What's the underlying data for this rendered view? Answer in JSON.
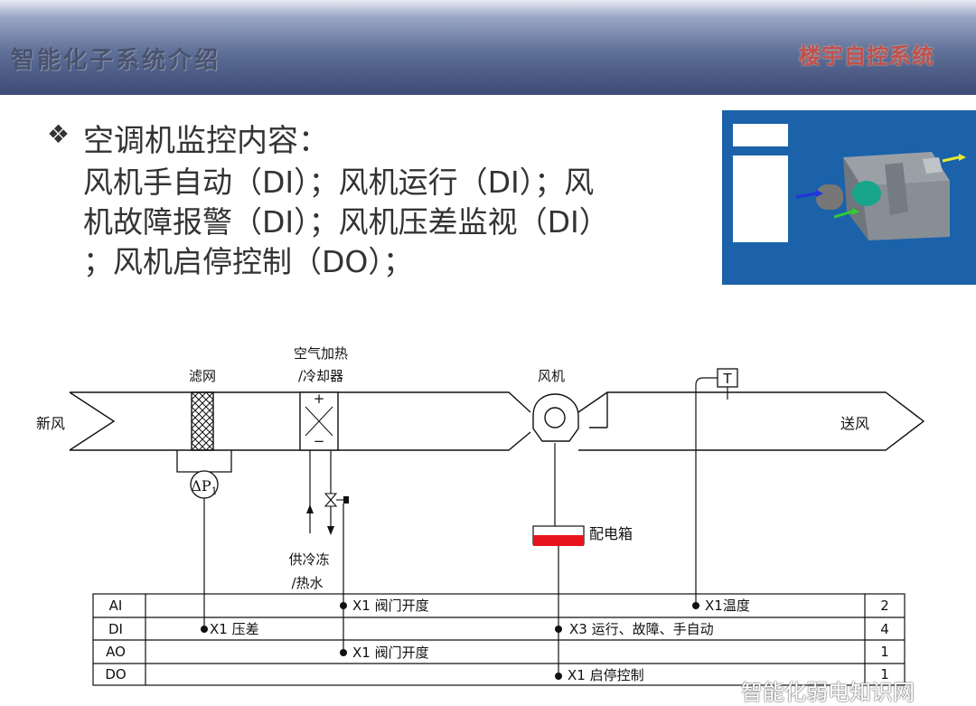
{
  "header": {
    "title": "智能化子系统介绍",
    "right_title": "楼宇自控系统"
  },
  "content": {
    "bullet_title": "空调机监控内容：",
    "bullet_line1": "风机手自动（DI）；风机运行（DI）；风",
    "bullet_line2": "机故障报警（DI）；风机压差监视（DI）",
    "bullet_line3": "；风机启停控制（DO）；"
  },
  "diagram": {
    "fresh_air": "新风",
    "supply_air": "送风",
    "filter": "滤网",
    "coil_line1": "空气加热",
    "coil_line2": "/冷却器",
    "fan": "风机",
    "temp_sensor": "T",
    "dp_sensor": "ΔP",
    "dp_sub": "1",
    "coil_plus": "+",
    "coil_minus": "−",
    "water_line1": "供冷冻",
    "water_line2": "/热水",
    "power_box": "配电箱",
    "table": {
      "rows": [
        {
          "type": "AI",
          "count": "2"
        },
        {
          "type": "DI",
          "count": "4"
        },
        {
          "type": "AO",
          "count": "1"
        },
        {
          "type": "DO",
          "count": "1"
        }
      ],
      "points": {
        "dp": "X1 压差",
        "valve_ai": "X1 阀门开度",
        "valve_ao": "X1 阀门开度",
        "temp": "X1温度",
        "fan_status": "X3 运行、故障、手自动",
        "fan_ctrl": "X1 启停控制"
      }
    }
  },
  "watermark": "智能化弱电知识网",
  "colors": {
    "thumb_bg": "#1b62aa",
    "power_box_red": "#e8141c",
    "header_dark": "#3c4b75"
  }
}
